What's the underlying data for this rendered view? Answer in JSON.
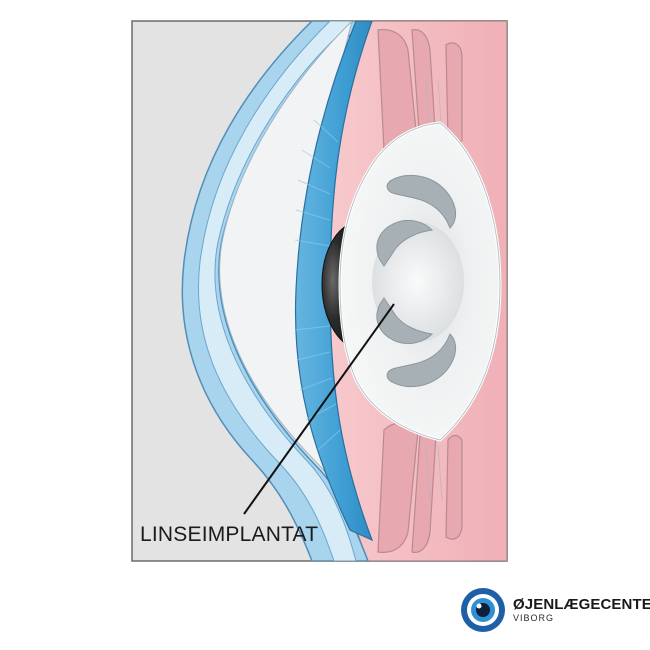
{
  "diagram": {
    "callout_label": "LINSEIMPLANTAT",
    "parts": [
      "cornea",
      "anterior-chamber",
      "iris",
      "pupil",
      "ciliary-body",
      "lens-implant",
      "haptic-upper",
      "haptic-lower"
    ]
  },
  "brand": {
    "logo_icon": "eye-logo-icon",
    "name": "ØJENLÆGECENTER",
    "city": "VIBORG",
    "accent_color": "#1f5fa8"
  },
  "colors": {
    "background_panel": "#e3e3e3",
    "cornea_outline": "#8fc4e6",
    "cornea_fill": "#cde6f6",
    "iris": "#3e9fd3",
    "sclera": "#f2b8bd",
    "ciliary": "#e5a3ab",
    "lens": "#eef1f2",
    "pupil": "#222222"
  }
}
